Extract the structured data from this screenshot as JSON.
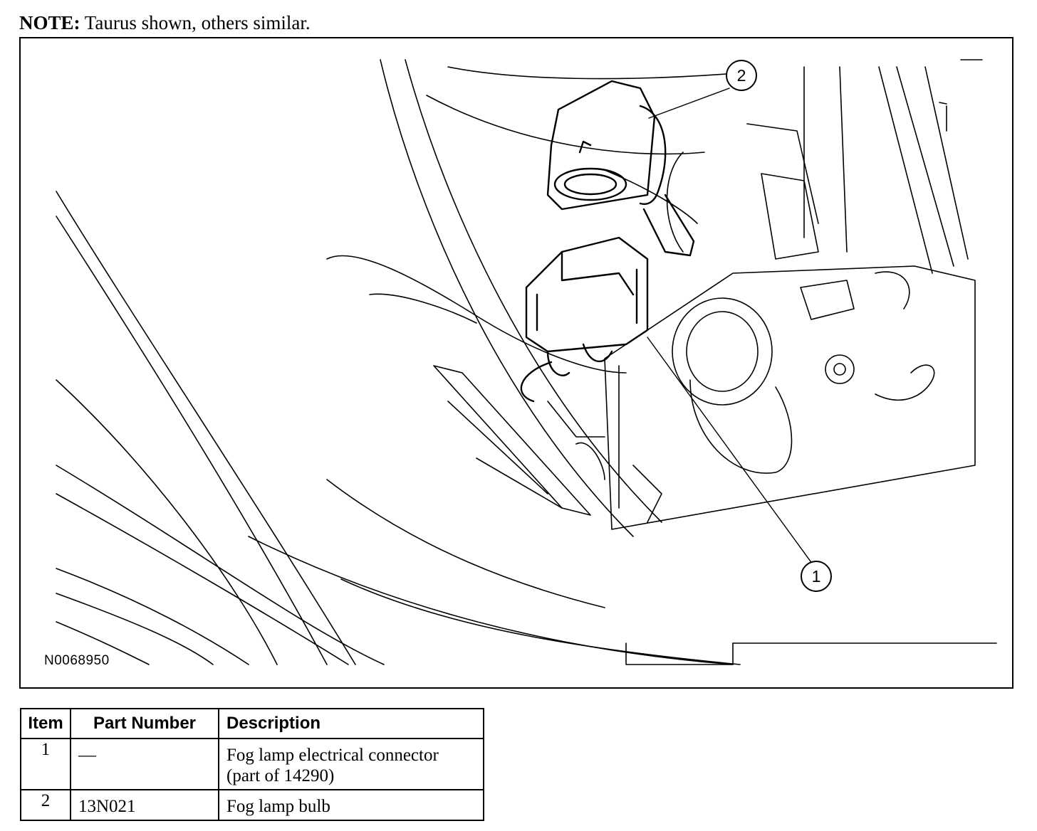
{
  "note": {
    "label": "NOTE:",
    "text": "Taurus shown, others similar."
  },
  "figure": {
    "id": "N0068950",
    "callouts": [
      "1",
      "2"
    ]
  },
  "table": {
    "headers": [
      "Item",
      "Part Number",
      "Description"
    ],
    "rows": [
      {
        "item": "1",
        "part_number": "—",
        "description_lines": [
          "Fog lamp electrical connector",
          "(part of 14290)"
        ]
      },
      {
        "item": "2",
        "part_number": "13N021",
        "description_lines": [
          "Fog lamp bulb"
        ]
      }
    ]
  }
}
